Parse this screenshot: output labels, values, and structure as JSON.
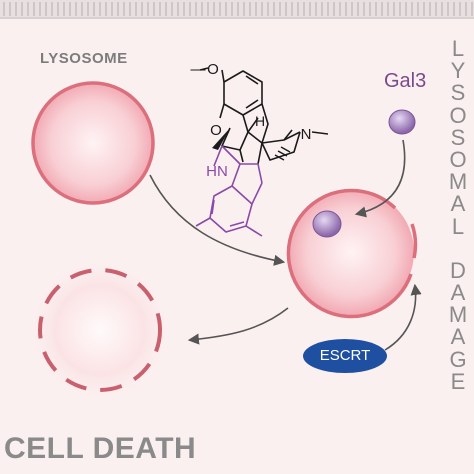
{
  "labels": {
    "lysosome": "LYSOSOME",
    "gal3": "Gal3",
    "escrt": "ESCRT",
    "cell_death": "CELL DEATH",
    "side_title": "LYSOSOMAL DAMAGE"
  },
  "molecule": {
    "methoxy": "O",
    "methyl_chain": "—",
    "bridge_oxygen": "O",
    "bridgehead_h": "H",
    "amine_n": "N",
    "indole_nh": "HN"
  },
  "colors": {
    "background": "#fbf0f0",
    "membrane": "#dc6f7c",
    "lumen": "#f6c5cb",
    "gal3": "#9b78b8",
    "escrt": "#1f4fa0",
    "indole": "#8a4aa6"
  }
}
